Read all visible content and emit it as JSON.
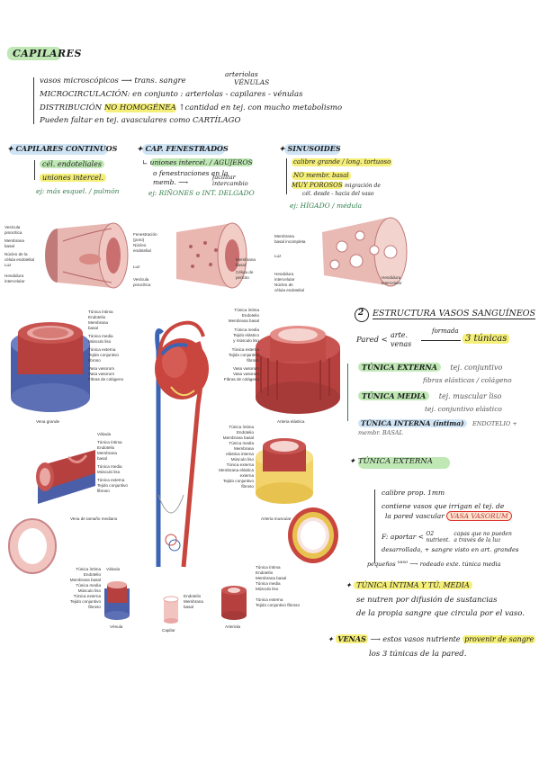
{
  "title": "CAPILARES",
  "intro": {
    "line1_a": "vasos microscópicos",
    "line1_b": "trans. sangre",
    "line1_c1": "arteriolas",
    "line1_c2": "VÉNULAS",
    "line2_a": "MICROCIRCULACIÓN",
    "line2_b": ": en conjunto : arteriolas - capilares - vénulas",
    "line3_a": "DISTRIBUCIÓN",
    "line3_b": "NO HOMOGÉNEA",
    "line3_c": "↑cantidad en tej. con mucho metabolismo",
    "line4": "Pueden faltar en tej. avasculares como CARTÍLAGO"
  },
  "types": {
    "continuos": {
      "title": "CAPILARES CONTINUOS",
      "l1": "cél. endoteliales",
      "l2": "uniones intercel.",
      "ex": "ej: más esquel. / pulmón"
    },
    "fenestrados": {
      "title": "CAP. FENESTRADOS",
      "l1": "uniones intercel. / AGUJEROS",
      "l2": "o fenestraciones en la",
      "l3": "memb.",
      "l4": "facilitar intercambio",
      "ex": "ej: RIÑONES o INT. DELGADO"
    },
    "sinusoides": {
      "title": "SINUSOIDES",
      "l1": "calibre grande / long. tortuoso",
      "l2": "NO membr. basal",
      "l3": "MUY POROSOS",
      "l3b": "migración de",
      "l4": "cél. desde - hacia del vaso",
      "ex": "ej: HÍGADO / médula"
    }
  },
  "capillary_labels": {
    "a": [
      "Vesícula",
      "pinocítica",
      "Membrana",
      "basal",
      "Núcleo de la",
      "célula endotelial",
      "Luz",
      "Hendidura",
      "intercelular"
    ],
    "b": [
      "Fenestración",
      "(poro)",
      "Núcleo",
      "endotelial",
      "Luz",
      "Membrana",
      "basal",
      "Célula de",
      "pericito",
      "Vesícula",
      "pinocítica"
    ],
    "c": [
      "Membrana",
      "basal incompleta",
      "Luz",
      "Hendidura",
      "intercelular",
      "Núcleo de",
      "célula endotelial",
      "Hendidura",
      "intercelular"
    ]
  },
  "vessel_labels": {
    "large_vein": [
      "Túnica íntima",
      "Endotelio",
      "Membrana",
      "basal",
      "Túnica media",
      "Músculo liso",
      "Túnica externa",
      "Tejido conjuntivo",
      "fibroso",
      "Vasa vasorum",
      "Vasa vasorum",
      "Fibras de colágeno"
    ],
    "large_vein_caption": "Vena grande",
    "elastic_artery": [
      "Túnica íntima",
      "Endotelio",
      "Membrana basal",
      "Túnica media",
      "Tejido elástico",
      "y músculo liso",
      "Túnica externa",
      "Tejido conjuntivo",
      "fibroso",
      "Vasa vasorum",
      "Vasa vasorum",
      "Fibras de colágeno"
    ],
    "elastic_artery_caption": "Arteria elástica",
    "medium_vein": [
      "Válvula",
      "Túnica íntima",
      "Endotelio",
      "Membrana",
      "basal",
      "Túnica media",
      "Músculo liso",
      "Túnica externa",
      "Tejido conjuntivo",
      "fibroso"
    ],
    "medium_vein_caption": "Vena de tamaño mediano",
    "muscular_artery": [
      "Túnica íntima",
      "Endotelio",
      "Membrana basal",
      "Túnica media",
      "Membrana",
      "elástica interna",
      "Músculo liso",
      "Túnica externa",
      "Membrana elástica",
      "externa",
      "Tejido conjuntivo",
      "fibroso"
    ],
    "muscular_artery_caption": "Arteria muscular",
    "venule": [
      "Túnica íntima",
      "Endotelio",
      "Membrana basal",
      "Túnica media",
      "Músculo liso",
      "Túnica externa",
      "Tejido conjuntivo fibroso",
      "Válvula"
    ],
    "venule_caption": "Vénula",
    "capillary": [
      "Endotelio",
      "Membrana",
      "basal"
    ],
    "capillary_caption": "Capilar",
    "arteriole": [
      "Túnica íntima",
      "Endotelio",
      "Membrana basal",
      "Túnica media",
      "Músculo liso",
      "Túnica externa",
      "Tejido conjuntivo fibroso"
    ],
    "arteriole_caption": "Arteriola"
  },
  "estructura": {
    "number": "2",
    "title": "ESTRUCTURA VASOS SANGUÍNEOS",
    "pared": "Pared",
    "arte": "arte.",
    "venas": "venas",
    "formada": "formada",
    "result": "3 túnicas",
    "externa_label": "TÚNICA EXTERNA",
    "externa_desc": "tej. conjuntivo",
    "externa_desc2": "fibras elásticas / colágeno",
    "media_label": "TÚNICA MEDIA",
    "media_desc": "tej. muscular liso",
    "media_desc2": "tej. conjuntivo elástico",
    "interna_label": "TÚNICA INTERNA",
    "interna_paren": "(íntima)",
    "interna_desc": "ENDOTELIO + membr. BASAL"
  },
  "externa_section": {
    "title": "TÚNICA EXTERNA",
    "l1": "calibre prop. 1mm",
    "l2": "contiene vasos que irrigan el tej. de",
    "l3a": "la pared vascular",
    "l3b": "VASA VASORUM",
    "l4a": "F: aportar",
    "l4b": "O2",
    "l4c": "nutrient.",
    "l4d": "capas que no pueden",
    "l4e": "a través de la luz",
    "l5": "desarrollada, + sangre visto en art. grandes",
    "l6a": "pequeños",
    "l6b": "vaso",
    "l6c": "rodeado exte. túnica media"
  },
  "intima_media": {
    "title": "TÚNICA ÍNTIMA Y TÚ. MEDIA",
    "l1": "se nutren por difusión de sustancias",
    "l2": "de la propia sangre que circula por el vaso."
  },
  "venas": {
    "label": "VENAS",
    "l1a": "estos vasos nutriente",
    "l1b": "provenir de sangre",
    "l2": "los 3 túnicas de la pared."
  },
  "colors": {
    "muscle": "#b5403e",
    "elastic": "#f2d36b",
    "connective": "#5b6fb3",
    "endothelium": "#e6a0a0",
    "highlight_green": "#bfe8b5",
    "highlight_yellow": "#f5ef7a",
    "highlight_blue": "#cfe4f5"
  }
}
